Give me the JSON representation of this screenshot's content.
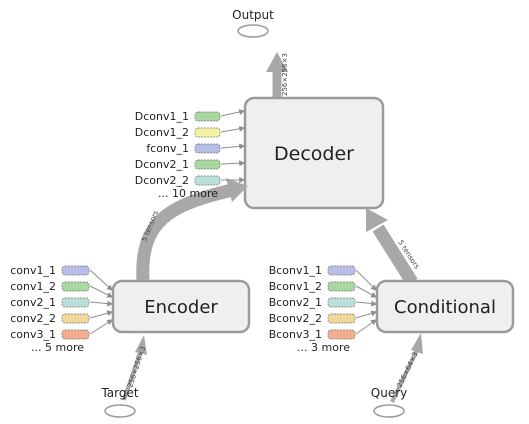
{
  "nodes": {
    "decoder": "Decoder",
    "encoder": "Encoder",
    "conditional": "Conditional"
  },
  "io": {
    "output": "Output",
    "target": "Target",
    "query": "Query"
  },
  "edges": {
    "decoder_output": "256×256×3",
    "encoder_decoder": "5 tensors",
    "conditional_decoder": "5 tensors",
    "target_encoder": "256×256×3",
    "query_conditional": "256×64×3"
  },
  "decoder_inputs": {
    "items": [
      {
        "label": "Dconv1_1",
        "color": "#a9d7a0"
      },
      {
        "label": "Dconv1_2",
        "color": "#f2f2a0"
      },
      {
        "label": "fconv_1",
        "color": "#b8bde8"
      },
      {
        "label": "Dconv2_1",
        "color": "#a9d7a0"
      },
      {
        "label": "Dconv2_2",
        "color": "#b9e0d8"
      }
    ],
    "more": "... 10 more"
  },
  "encoder_inputs": {
    "items": [
      {
        "label": "conv1_1",
        "color": "#b8bde8"
      },
      {
        "label": "conv1_2",
        "color": "#a9d7a0"
      },
      {
        "label": "conv2_1",
        "color": "#b9e0d8"
      },
      {
        "label": "conv2_2",
        "color": "#f2d79a"
      },
      {
        "label": "conv3_1",
        "color": "#f5ad90"
      }
    ],
    "more": "... 5 more"
  },
  "conditional_inputs": {
    "items": [
      {
        "label": "Bconv1_1",
        "color": "#b8bde8"
      },
      {
        "label": "Bconv1_2",
        "color": "#a9d7a0"
      },
      {
        "label": "Bconv2_1",
        "color": "#b9e0d8"
      },
      {
        "label": "Bconv2_2",
        "color": "#f2d79a"
      },
      {
        "label": "Bconv3_1",
        "color": "#f5ad90"
      }
    ],
    "more": "... 3 more"
  },
  "colors": {
    "node_fill": "#efefef",
    "node_stroke": "#9a9a9a",
    "edge_gray": "#a8a8a8"
  }
}
